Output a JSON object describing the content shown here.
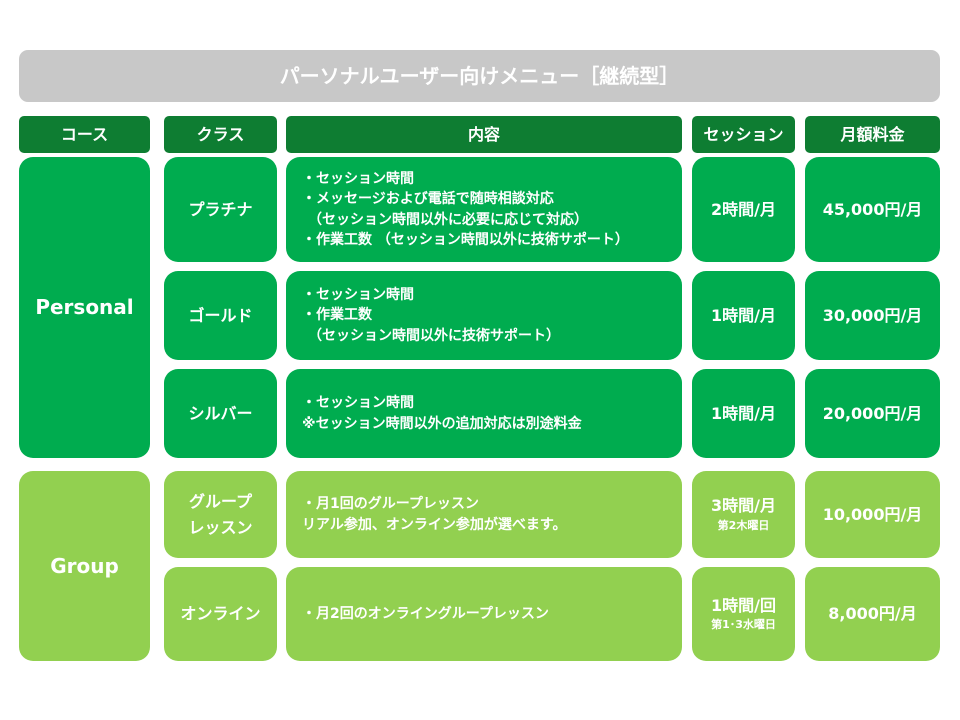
{
  "title": "パーソナルユーザー向けメニュー［継続型］",
  "headers": [
    "コース",
    "クラス",
    "内容",
    "セッション",
    "月額料金"
  ],
  "courses": {
    "personal": "Personal",
    "group": "Group"
  },
  "rows": [
    {
      "class_lines": [
        "プラチナ"
      ],
      "content": [
        "・セッション時間",
        "・メッセージおよび電話で随時相談対応",
        "（セッション時間以外に必要に応じて対応）",
        "・作業工数 （セッション時間以外に技術サポート）"
      ],
      "session": "2時間/月",
      "session_note": "",
      "price": "45,000円/月"
    },
    {
      "class_lines": [
        "ゴールド"
      ],
      "content": [
        "・セッション時間",
        "・作業工数",
        "（セッション時間以外に技術サポート）"
      ],
      "session": "1時間/月",
      "session_note": "",
      "price": "30,000円/月"
    },
    {
      "class_lines": [
        "シルバー"
      ],
      "content": [
        "・セッション時間",
        "※セッション時間以外の追加対応は別途料金"
      ],
      "session": "1時間/月",
      "session_note": "",
      "price": "20,000円/月"
    },
    {
      "class_lines": [
        "グループ",
        "レッスン"
      ],
      "content": [
        "・月1回のグループレッスン",
        "リアル参加、オンライン参加が選べます。"
      ],
      "session": "3時間/月",
      "session_note": "第2木曜日",
      "price": "10,000円/月"
    },
    {
      "class_lines": [
        "オンライン"
      ],
      "content": [
        "・月2回のオンライングループレッスン"
      ],
      "session": "1時間/回",
      "session_note": "第1･3水曜日",
      "price": "8,000円/月"
    }
  ],
  "colors": {
    "header": "#0e7d32",
    "personal": "#00ac4f",
    "group": "#92d050",
    "title_bar": "#c8c8c8"
  }
}
